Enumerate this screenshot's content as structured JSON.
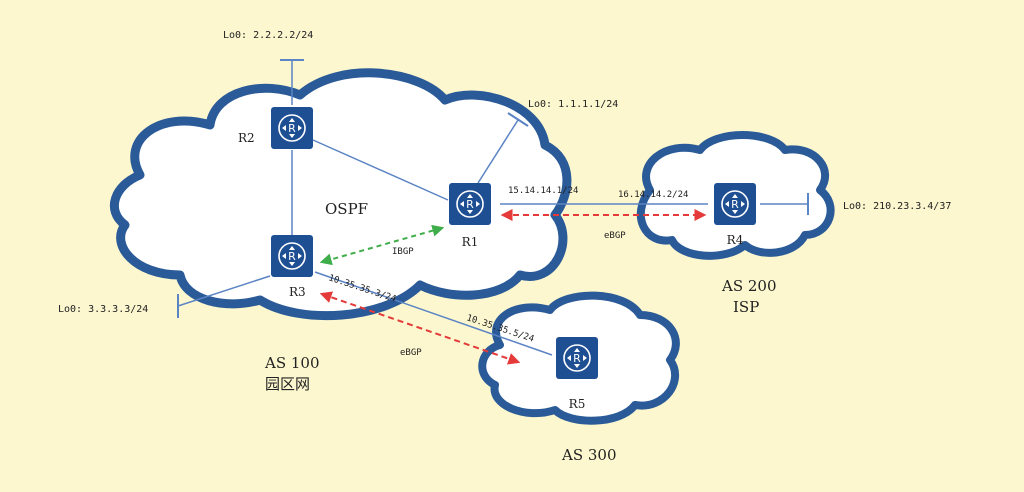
{
  "colors": {
    "background": "#fcf7cf",
    "cloud_outline": "#2a5a97",
    "link": "#5b84c4",
    "router_fill": "#1f4f93",
    "ebgp_arrow": "#e43a3a",
    "ibgp_arrow": "#3fae4a"
  },
  "labels": {
    "lo0_r2": "Lo0: 2.2.2.2/24",
    "lo0_r1": "Lo0: 1.1.1.1/24",
    "lo0_r3": "Lo0: 3.3.3.3/24",
    "lo0_r4": "Lo0: 210.23.3.4/37",
    "ospf": "OSPF",
    "ibgp": "IBGP",
    "ebgp_r1_r4": "eBGP",
    "ebgp_r3_r5": "eBGP",
    "link_r1_side": "15.14.14.1/24",
    "link_r4_side": "16.14.14.2/24",
    "link_r3_side": "10.35.35.3/24",
    "link_r5_side": "10.35.35.5/24",
    "as100": "AS 100",
    "as100_sub": "园区网",
    "as200": "AS 200",
    "as200_sub": "ISP",
    "as300": "AS 300"
  },
  "routers": {
    "r1": {
      "name": "R1",
      "icon": "router-icon"
    },
    "r2": {
      "name": "R2",
      "icon": "router-icon"
    },
    "r3": {
      "name": "R3",
      "icon": "router-icon"
    },
    "r4": {
      "name": "R4",
      "icon": "router-icon"
    },
    "r5": {
      "name": "R5",
      "icon": "router-icon"
    }
  }
}
